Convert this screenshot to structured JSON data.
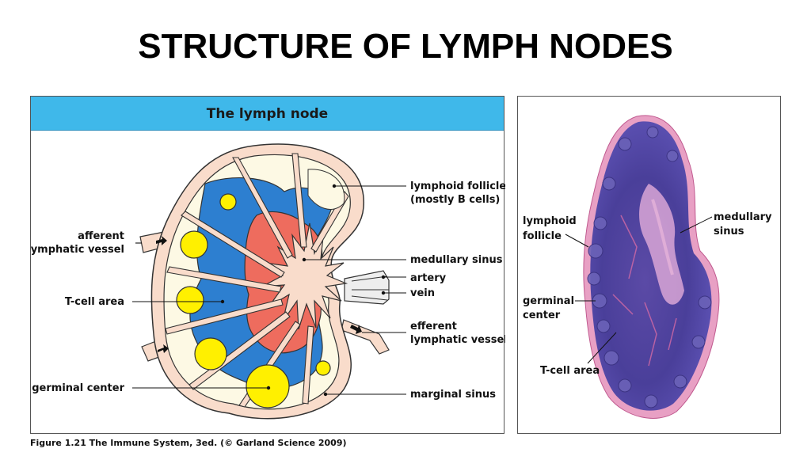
{
  "slide_title": "STRUCTURE OF LYMPH NODES",
  "diagram": {
    "header": "The lymph node",
    "labels": {
      "lymphoid_follicle_1": "lymphoid follicle",
      "lymphoid_follicle_2": "(mostly B cells)",
      "afferent_1": "afferent",
      "afferent_2": "lymphatic vessel",
      "medullary_sinus": "medullary sinus",
      "artery": "artery",
      "vein": "vein",
      "t_cell_area": "T-cell area",
      "efferent_1": "efferent",
      "efferent_2": "lymphatic vessel",
      "germinal_center": "germinal center",
      "marginal_sinus": "marginal sinus"
    },
    "colors": {
      "capsule": "#f9dccb",
      "cortex": "#fdf9e4",
      "t_cell_area": "#2d7fd0",
      "medulla": "#ee6c5e",
      "germinal_center": "#fff000",
      "header_bg": "#3fb8ea"
    }
  },
  "micrograph": {
    "labels": {
      "lymphoid_follicle_1": "lymphoid",
      "lymphoid_follicle_2": "follicle",
      "medullary_sinus_1": "medullary",
      "medullary_sinus_2": "sinus",
      "germinal_center_1": "germinal",
      "germinal_center_2": "center",
      "t_cell_area": "T-cell area"
    },
    "colors": {
      "tissue_dark": "#3d3a8c",
      "tissue_pink": "#e8a0c4"
    }
  },
  "caption": "Figure 1.21  The Immune System, 3ed. (© Garland Science 2009)"
}
